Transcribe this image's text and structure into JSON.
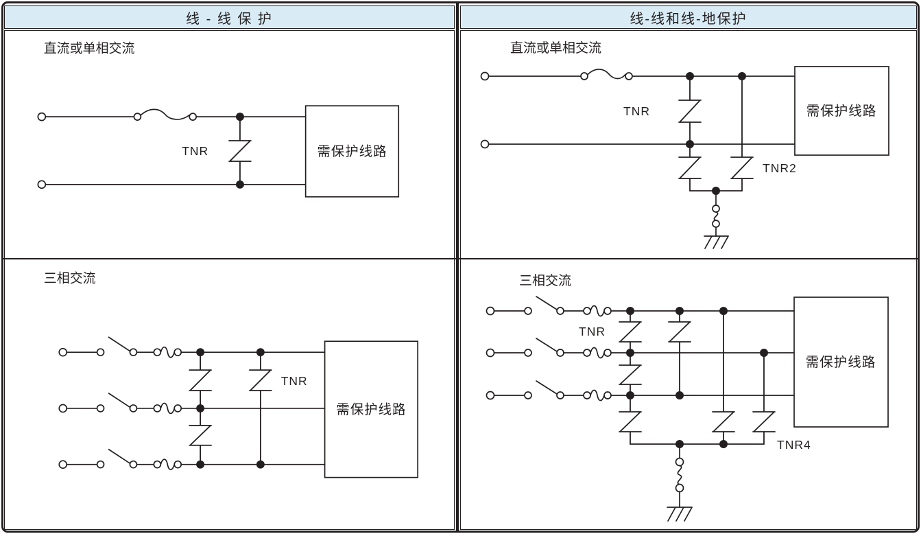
{
  "table": {
    "header_left": "线 - 线 保 护",
    "header_right": "线-线和线-地保护",
    "header_bg": "#d9ecf6",
    "line_color": "#231f20"
  },
  "cells": {
    "top_left": {
      "title": "直流或单相交流",
      "protected_box_label": "需保护线路",
      "tnr_label": "TNR"
    },
    "top_right": {
      "title": "直流或单相交流",
      "protected_box_label": "需保护线路",
      "tnr_label": "TNR",
      "tnr2_label": "TNR2"
    },
    "bottom_left": {
      "title": "三相交流",
      "protected_box_label": "需保护线路",
      "tnr_label": "TNR"
    },
    "bottom_right": {
      "title": "三相交流",
      "protected_box_label": "需保护线路",
      "tnr_label": "TNR",
      "tnr4_label": "TNR4"
    }
  }
}
